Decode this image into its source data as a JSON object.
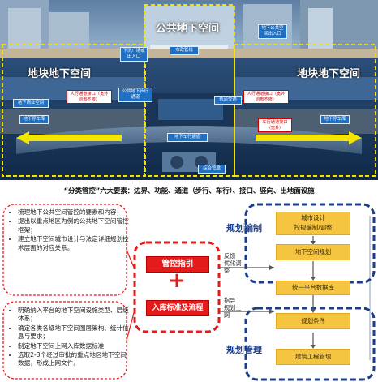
{
  "scene": {
    "center_title": "公共地下空间",
    "left_title": "地块地下空间",
    "right_title": "地块地下空间",
    "labels": {
      "lower_plaza": "下沉广场或出入口",
      "public_entrance": "地下公共空间出入口",
      "city_corridor": "市政管线",
      "public_ped_corridor": "公共地下步行通道",
      "metro_station": "轨道交通",
      "left_connect": "人行通道接口（宽外则部不限）",
      "right_connect": "人行通道接口（宽外则部不限）",
      "left_parking": "地下停车库",
      "left_commerce": "地下商业空间",
      "right_parking": "地下停车库",
      "right_car_connect": "车行通道接口（宽外）",
      "road_tunnel": "地下车行通道",
      "utility_tunnel": "综合管廊"
    }
  },
  "caption": "“分类管控”六大要素：边界、功能、通道（步行、车行）、接口、竖向、出地面设施",
  "left_top_items": [
    "梳理地下公共空间管控的要素和内容；",
    "提出以重点地区为例的公共地下空间管控框架；",
    "建立地下空间城市设计与法定详细规划技术层面的对应关系。"
  ],
  "left_bottom_items": [
    "明确纳入平台的地下空间设施类型、层级体系；",
    "确定各类各级地下空间图层架构、统计信息与要求；",
    "制定地下空间上网入库数据标准",
    "选取2-3个经过审批的重点地区地下空间数据，形成上网文件。"
  ],
  "center": {
    "box1": "管控指引",
    "plus": "+",
    "box2": "入库标准及流程"
  },
  "flow": {
    "feedback": "反馈\n优化调整",
    "guide": "指导\n规划上网",
    "group1_title": "规划编制",
    "g1_box1": "城市设计\n控规编制/调整",
    "g1_box2": "地下空间规划",
    "platform": "统一平台数据库",
    "group2_title": "规划管理",
    "g2_box1": "规划条件",
    "g2_box2": "建筑工程管理"
  },
  "colors": {
    "accent_red": "#e31b1b",
    "accent_yellow": "#f5c542",
    "accent_blue": "#1b3e8a"
  }
}
